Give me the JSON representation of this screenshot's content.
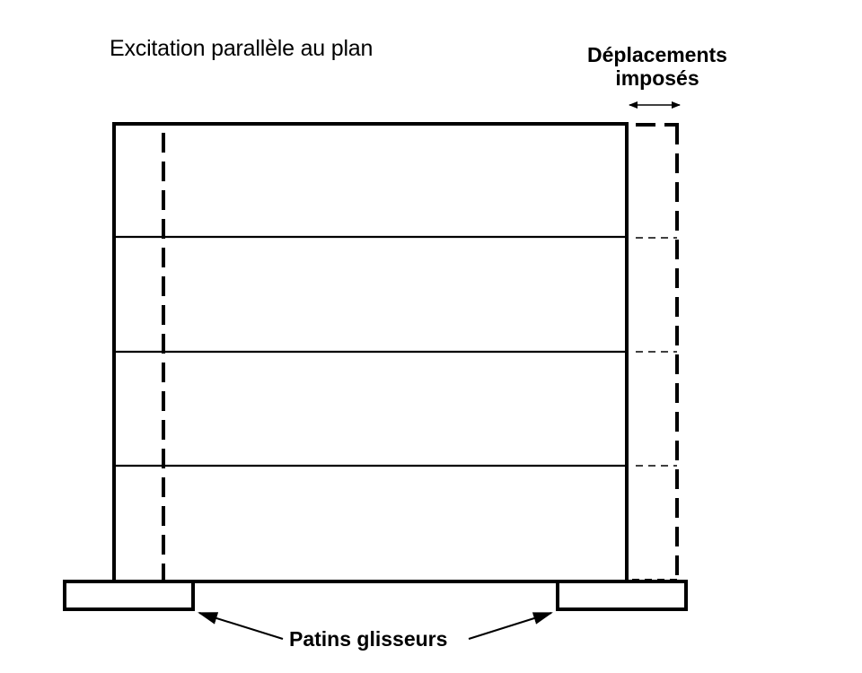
{
  "diagram": {
    "title": "Excitation parallèle au plan",
    "imposed_displacement_label": {
      "line1": "Déplacements",
      "line2": "imposés"
    },
    "sliding_pads_label": "Patins glisseurs",
    "colors": {
      "stroke": "#000000",
      "background": "#ffffff"
    }
  }
}
